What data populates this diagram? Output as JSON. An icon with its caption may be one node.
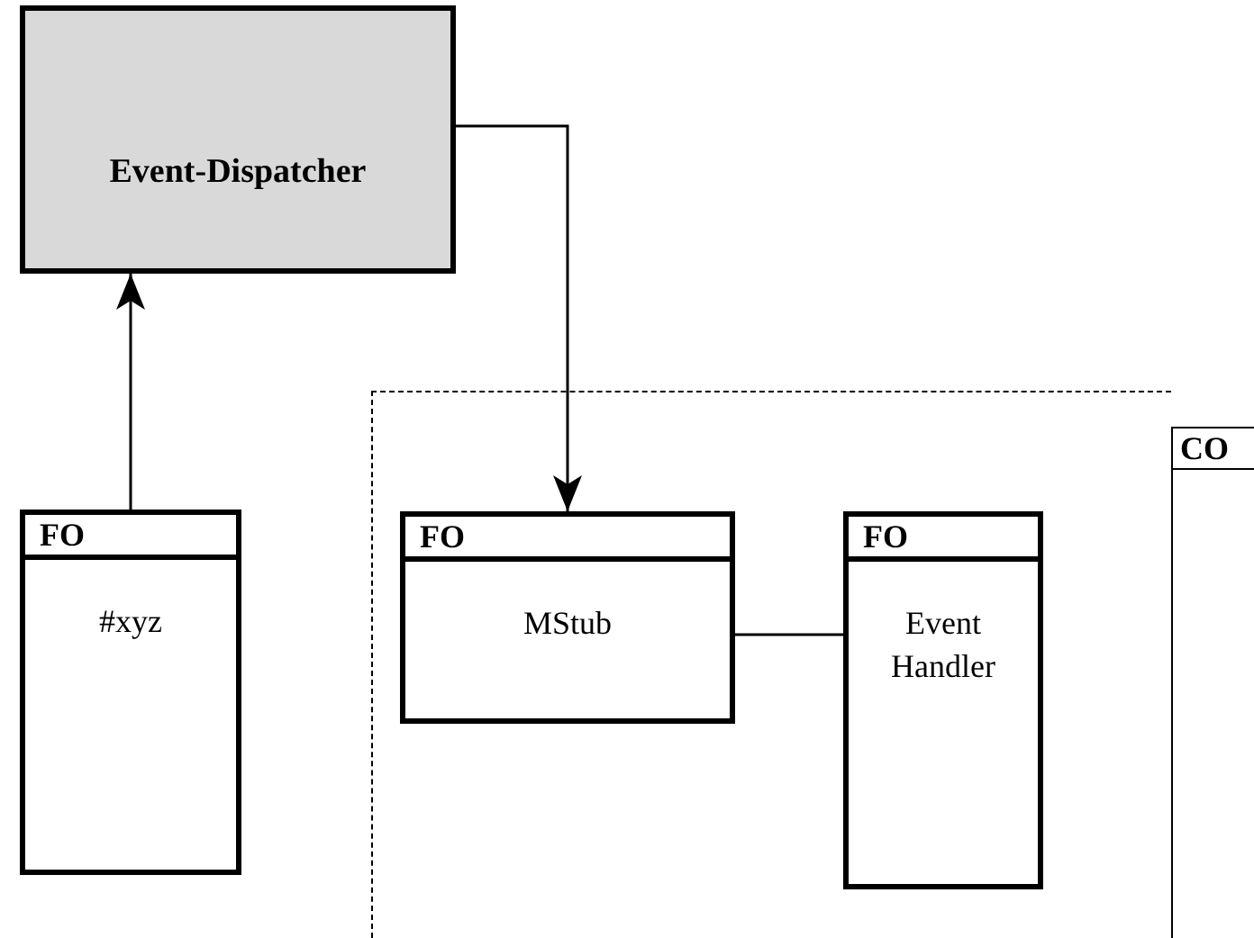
{
  "diagram": {
    "nodes": [
      {
        "text": [
          "Event-Dispatcher"
        ]
      },
      {
        "text": [
          "FO",
          "#xyz"
        ]
      },
      {
        "text": [],
        "shape": "box"
      },
      {
        "text": [
          "FO",
          "MStub"
        ],
        "in": 2
      },
      {
        "text": [
          "FO",
          "Event Handler"
        ],
        "in": 2
      },
      {
        "text": [
          "CO"
        ]
      }
    ],
    "edges": [
      {
        "from": 1,
        "to": 0,
        "arrow": "to"
      },
      {
        "from": 0,
        "to": 3,
        "arrow": "to"
      },
      {
        "from": 3,
        "to": 4,
        "arrow": "none"
      }
    ]
  }
}
